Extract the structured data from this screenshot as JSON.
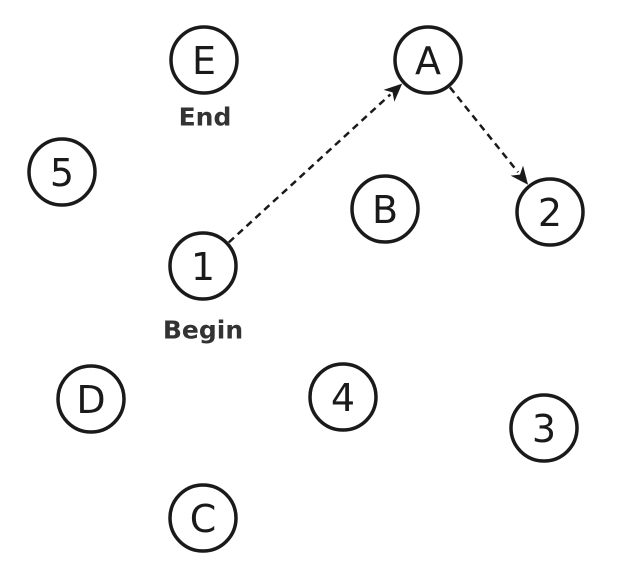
{
  "nodes": [
    {
      "id": "E",
      "label": "E"
    },
    {
      "id": "A",
      "label": "A"
    },
    {
      "id": "5",
      "label": "5"
    },
    {
      "id": "B",
      "label": "B"
    },
    {
      "id": "2",
      "label": "2"
    },
    {
      "id": "1",
      "label": "1"
    },
    {
      "id": "D",
      "label": "D"
    },
    {
      "id": "4",
      "label": "4"
    },
    {
      "id": "3",
      "label": "3"
    },
    {
      "id": "C",
      "label": "C"
    }
  ],
  "captions": {
    "end": "End",
    "begin": "Begin"
  },
  "edges": [
    {
      "from": "1",
      "to": "A",
      "style": "dashed",
      "arrow": "end"
    },
    {
      "from": "A",
      "to": "2",
      "style": "dashed",
      "arrow": "end"
    }
  ],
  "colors": {
    "stroke": "#1a1a1a",
    "caption": "#333333",
    "background": "#ffffff"
  }
}
